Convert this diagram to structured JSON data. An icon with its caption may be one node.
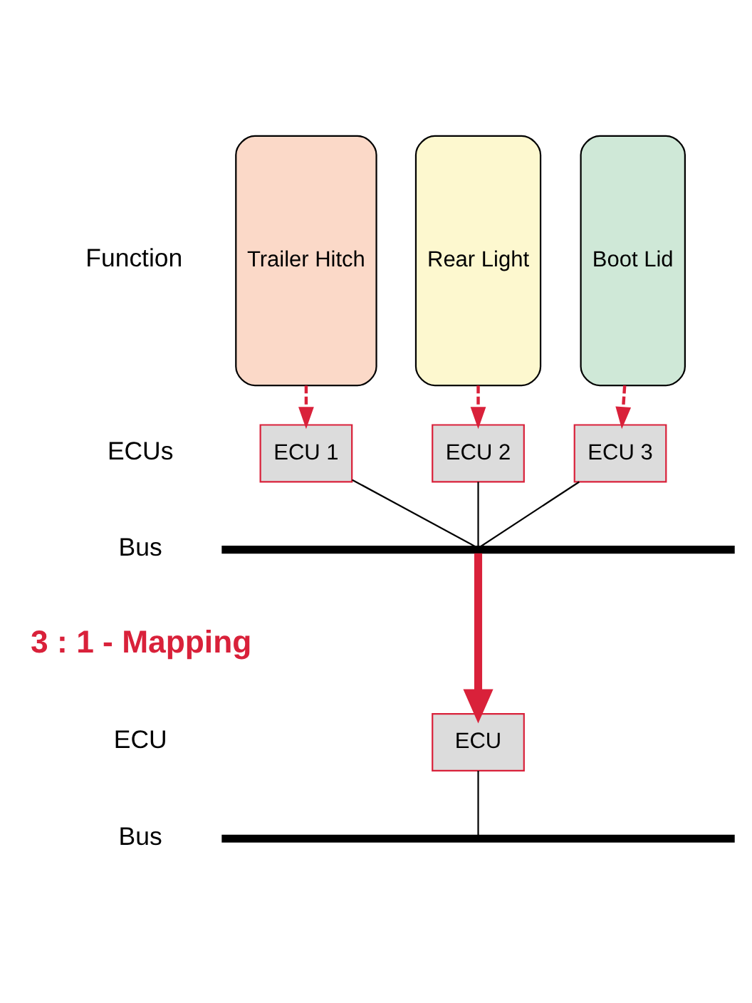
{
  "diagram": {
    "nodes": [
      {
        "text": [
          "Trailer Hitch"
        ]
      },
      {
        "text": [
          "Rear Light"
        ]
      },
      {
        "text": [
          "Boot Lid"
        ]
      },
      {
        "text": [
          "ECU 1"
        ]
      },
      {
        "text": [
          "ECU 2"
        ]
      },
      {
        "text": [
          "ECU 3"
        ]
      },
      {
        "text": [],
        "shape": "bar"
      },
      {
        "text": [
          "ECU"
        ]
      },
      {
        "text": [],
        "shape": "bar"
      }
    ],
    "edges": [
      {
        "from": 0,
        "to": 3,
        "arrow": "to",
        "style": "dashed",
        "color": "#d9213a"
      },
      {
        "from": 1,
        "to": 4,
        "arrow": "to",
        "style": "dashed",
        "color": "#d9213a"
      },
      {
        "from": 2,
        "to": 5,
        "arrow": "to",
        "style": "dashed",
        "color": "#d9213a"
      },
      {
        "from": 3,
        "to": 6,
        "arrow": "none",
        "color": "#000000"
      },
      {
        "from": 4,
        "to": 6,
        "arrow": "none",
        "color": "#000000"
      },
      {
        "from": 5,
        "to": 6,
        "arrow": "none",
        "color": "#000000"
      },
      {
        "from": 6,
        "to": 7,
        "arrow": "to",
        "style": "thick",
        "color": "#d9213a"
      },
      {
        "from": 7,
        "to": 8,
        "arrow": "none",
        "color": "#000000"
      }
    ],
    "labels": [
      "Function",
      "ECUs",
      "Bus",
      "3 : 1 - Mapping",
      "ECU",
      "Bus"
    ]
  }
}
